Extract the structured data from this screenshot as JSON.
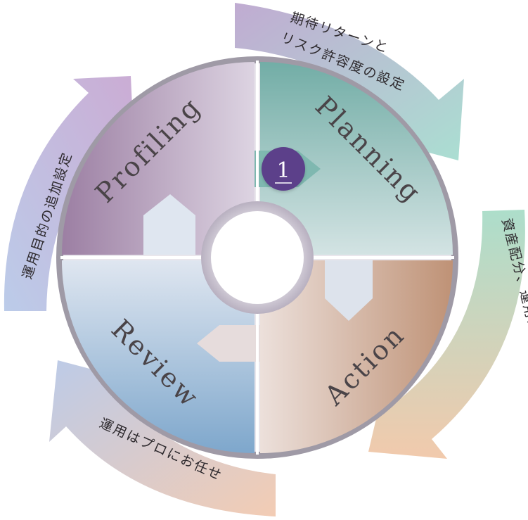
{
  "phases": {
    "profiling": "Profiling",
    "planning": "Planning",
    "action": "Action",
    "review": "Review"
  },
  "step_badge": "1",
  "arrows": {
    "top_right_line1": "期待リターンと",
    "top_right_line2": "リスク許容度の設定",
    "right": "資産配分、運用スタイルの設定",
    "bottom_left": "運用はプロにお任せ",
    "left": "運用目的の追加設定"
  },
  "colors": {
    "profiling": "#a98fb0",
    "planning": "#7fb8b0",
    "action": "#c9a08c",
    "review": "#8fb0d0",
    "badge": "#5b3f8a"
  }
}
